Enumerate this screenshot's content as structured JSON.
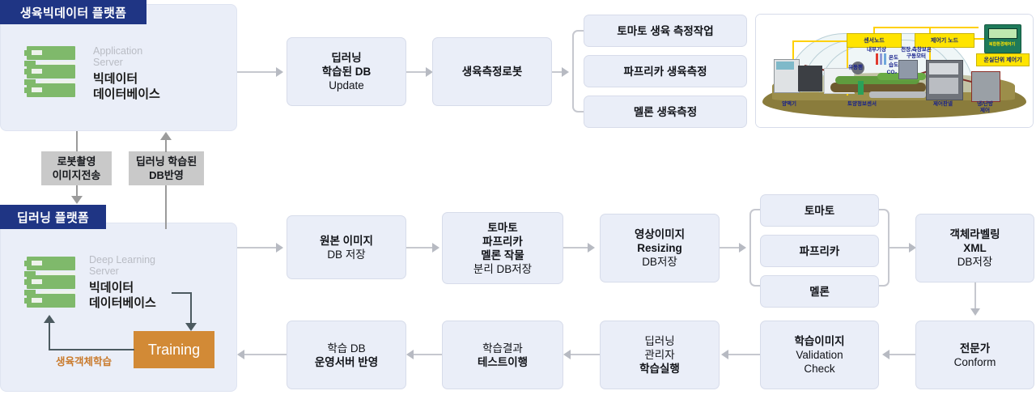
{
  "platforms": [
    {
      "id": "bigdata",
      "tab_label": "생육빅데이터 플랫폼",
      "server_role": "Application\nServer",
      "server_name": "빅데이터\n데이터베이스",
      "icon": "server-icon"
    },
    {
      "id": "deeplearning",
      "tab_label": "딥러닝 플랫폼",
      "server_role": "Deep Learning\nServer",
      "server_name": "빅데이터\n데이터베이스",
      "icon": "server-icon",
      "training_label": "Training",
      "loop_label": "생육객체학습"
    }
  ],
  "link_chips": [
    {
      "id": "robot-image",
      "label": "로봇촬영\n이미지전송",
      "direction": "down"
    },
    {
      "id": "db-reflect",
      "label": "딥러닝 학습된\nDB반영",
      "direction": "up"
    }
  ],
  "top_flow": [
    {
      "id": "dl-db-update",
      "lines": [
        {
          "t": "딥러닝",
          "w": "b"
        },
        {
          "t": "학습된 DB",
          "w": "b"
        },
        {
          "t": "Update",
          "w": "n"
        }
      ]
    },
    {
      "id": "growth-robot",
      "lines": [
        {
          "t": "생육측정로봇",
          "w": "b"
        }
      ]
    }
  ],
  "top_branch": [
    {
      "id": "tomato-measure",
      "lines": [
        {
          "t": "토마토 생육 측정작업",
          "w": "b"
        }
      ]
    },
    {
      "id": "paprika-measure",
      "lines": [
        {
          "t": "파프리카 생육측정",
          "w": "b"
        }
      ]
    },
    {
      "id": "melon-measure",
      "lines": [
        {
          "t": "멜론 생육측정",
          "w": "b"
        }
      ]
    }
  ],
  "mid_flow": [
    {
      "id": "original-image-db",
      "lines": [
        {
          "t": "원본 이미지",
          "w": "b"
        },
        {
          "t": "DB 저장",
          "w": "n"
        }
      ]
    },
    {
      "id": "crop-split-db",
      "lines": [
        {
          "t": "토마토",
          "w": "b"
        },
        {
          "t": "파프리카",
          "w": "b"
        },
        {
          "t": "멜론 작물",
          "w": "b"
        },
        {
          "t": "분리 DB저장",
          "w": "n"
        }
      ]
    },
    {
      "id": "image-resizing",
      "lines": [
        {
          "t": "영상이미지",
          "w": "b"
        },
        {
          "t": "Resizing",
          "w": "b"
        },
        {
          "t": "DB저장",
          "w": "n"
        }
      ]
    }
  ],
  "mid_branch": [
    {
      "id": "tomato",
      "lines": [
        {
          "t": "토마토",
          "w": "b"
        }
      ]
    },
    {
      "id": "paprika",
      "lines": [
        {
          "t": "파프리카",
          "w": "b"
        }
      ]
    },
    {
      "id": "melon",
      "lines": [
        {
          "t": "멜론",
          "w": "b"
        }
      ]
    }
  ],
  "right_column": [
    {
      "id": "object-labeling-xml",
      "lines": [
        {
          "t": "객체라벨링",
          "w": "b"
        },
        {
          "t": "XML",
          "w": "b"
        },
        {
          "t": "DB저장",
          "w": "n"
        }
      ]
    },
    {
      "id": "expert-conform",
      "lines": [
        {
          "t": "전문가",
          "w": "b"
        },
        {
          "t": "Conform",
          "w": "n"
        }
      ]
    }
  ],
  "bottom_flow": [
    {
      "id": "train-db-deploy",
      "lines": [
        {
          "t": "학습 DB",
          "w": "n"
        },
        {
          "t": "운영서버 반영",
          "w": "b"
        }
      ]
    },
    {
      "id": "train-result-test",
      "lines": [
        {
          "t": "학습결과",
          "w": "n"
        },
        {
          "t": "테스트이행",
          "w": "b"
        }
      ]
    },
    {
      "id": "dl-manager-run",
      "lines": [
        {
          "t": "딥러닝",
          "w": "n"
        },
        {
          "t": "관리자",
          "w": "n"
        },
        {
          "t": "학습실행",
          "w": "b"
        }
      ]
    },
    {
      "id": "validation-check",
      "lines": [
        {
          "t": "학습이미지",
          "w": "b"
        },
        {
          "t": "Validation",
          "w": "n"
        },
        {
          "t": "Check",
          "w": "n"
        }
      ]
    }
  ],
  "greenhouse": {
    "name": "greenhouse-diagram",
    "callouts": [
      {
        "id": "sensor-node",
        "label": "센서노드"
      },
      {
        "id": "controller-node",
        "label": "제어기 노드"
      },
      {
        "id": "greenhouse-unit-controller",
        "label": "온실단위 제어기"
      }
    ],
    "inline_labels": [
      {
        "id": "internal-weather",
        "label": "내부기상"
      },
      {
        "id": "ceiling-side-insulation-motor",
        "label": "천장,측창보온\n구동모터"
      },
      {
        "id": "temperature",
        "label": "온도"
      },
      {
        "id": "humidity",
        "label": "습도"
      },
      {
        "id": "co2",
        "label": "CO₂"
      },
      {
        "id": "fan",
        "label": "유동팬"
      },
      {
        "id": "nutrient-machine",
        "label": "양액기"
      },
      {
        "id": "soil-sensor",
        "label": "토양정보센서"
      },
      {
        "id": "control-panel",
        "label": "제어판넬"
      },
      {
        "id": "hvac-control",
        "label": "냉/난방\n제어"
      },
      {
        "id": "device-display",
        "label": "복합환경제어기"
      }
    ]
  },
  "colors": {
    "tab_navy": "#1f3584",
    "panel_fill": "#eaeef8",
    "box_fill": "#eaeef8",
    "box_border": "#d7dcea",
    "server_green": "#7fb96b",
    "training_orange": "#d28a36",
    "loop_orange": "#c9792a",
    "chip_grey": "#c9c9c9",
    "connector_grey": "#c6c8cf",
    "connector_dark": "#4c5a60"
  }
}
